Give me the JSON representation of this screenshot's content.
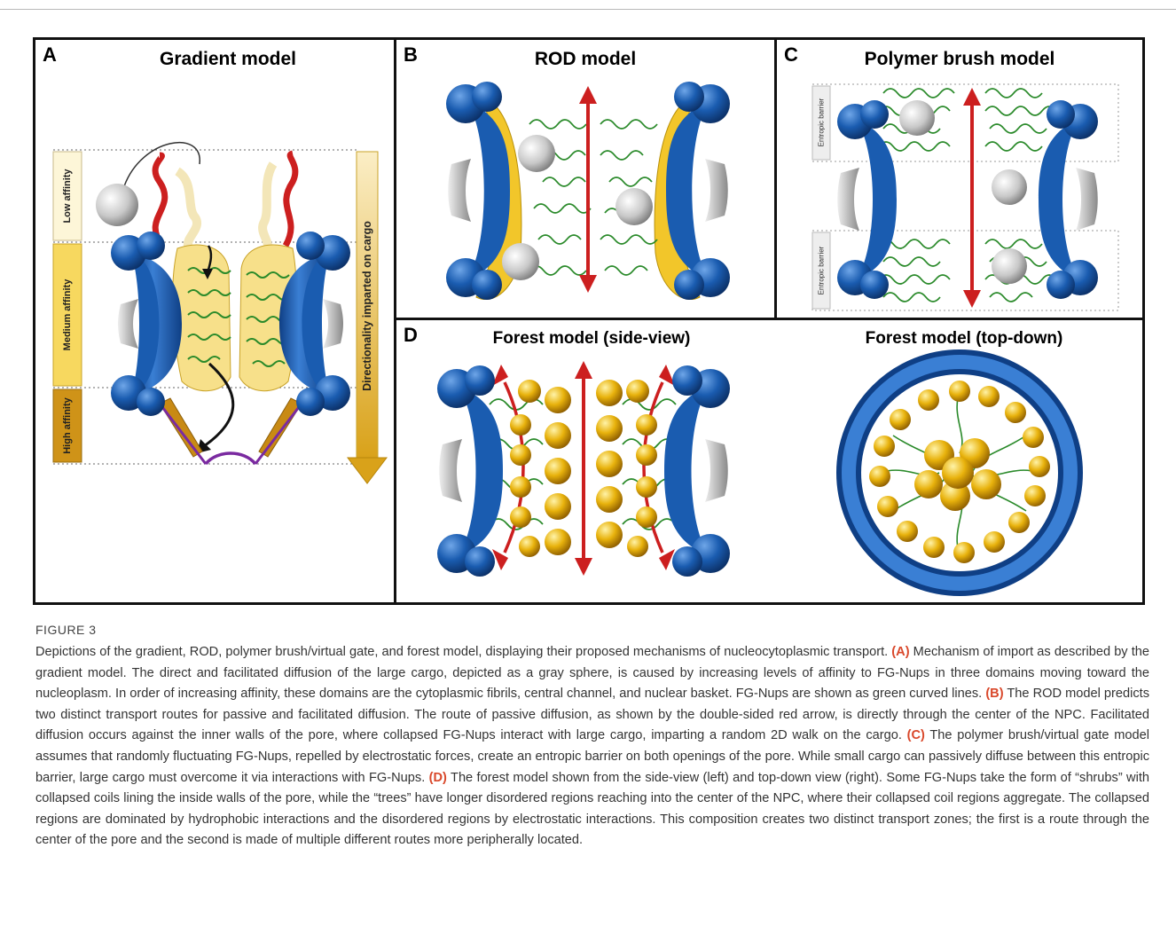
{
  "figure": {
    "panels": {
      "A": {
        "letter": "A",
        "title": "Gradient model",
        "zones": [
          "Low affinity",
          "Medium affinity",
          "High affinity"
        ],
        "arrow_label": "Directionality imparted on cargo"
      },
      "B": {
        "letter": "B",
        "title": "ROD model"
      },
      "C": {
        "letter": "C",
        "title": "Polymer brush model",
        "barrier_label": "Entropic barrier"
      },
      "D": {
        "letter": "D",
        "title_side": "Forest model (side-view)",
        "title_top": "Forest model (top-down)"
      }
    },
    "colors": {
      "nup_blue": "#1a5cb0",
      "fg_green": "#2a8a2a",
      "arrow_red": "#cc1f1f",
      "cargo_gray": "#c8c8c8",
      "gold": "#e0a800"
    }
  },
  "caption": {
    "label": "FIGURE 3",
    "intro": "Depictions of the gradient, ROD, polymer brush/virtual gate, and forest model, displaying their proposed mechanisms of nucleocytoplasmic transport.",
    "a_ref": "(A)",
    "a_text": "Mechanism of import as described by the gradient model. The direct and facilitated diffusion of the large cargo, depicted as a gray sphere, is caused by increasing levels of affinity to FG-Nups in three domains moving toward the nucleoplasm. In order of increasing affinity, these domains are the cytoplasmic fibrils, central channel, and nuclear basket. FG-Nups are shown as green curved lines.",
    "b_ref": "(B)",
    "b_text": "The ROD model predicts two distinct transport routes for passive and facilitated diffusion. The route of passive diffusion, as shown by the double-sided red arrow, is directly through the center of the NPC. Facilitated diffusion occurs against the inner walls of the pore, where collapsed FG-Nups interact with large cargo, imparting a random 2D walk on the cargo.",
    "c_ref": "(C)",
    "c_text": "The polymer brush/virtual gate model assumes that randomly fluctuating FG-Nups, repelled by electrostatic forces, create an entropic barrier on both openings of the pore. While small cargo can passively diffuse between this entropic barrier, large cargo must overcome it via interactions with FG-Nups.",
    "d_ref": "(D)",
    "d_text": "The forest model shown from the side-view (left) and top-down view (right). Some FG-Nups take the form of “shrubs” with collapsed coils lining the inside walls of the pore, while the “trees” have longer disordered regions reaching into the center of the NPC, where their collapsed coil regions aggregate. The collapsed regions are dominated by hydrophobic interactions and the disordered regions by electrostatic interactions. This composition creates two distinct transport zones; the first is a route through the center of the pore and the second is made of multiple different routes more peripherally located."
  }
}
